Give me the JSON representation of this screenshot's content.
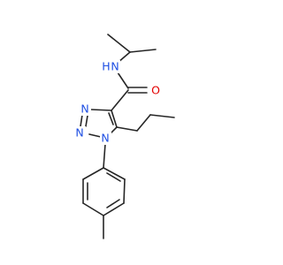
{
  "atoms": {
    "amide_nh": {
      "label": "N",
      "h_label": "H",
      "color": "#1f4fe3"
    },
    "carbonyl_o": {
      "label": "O",
      "color": "#e30000"
    },
    "triazole_n3": {
      "label": "N",
      "color": "#1f4fe3"
    },
    "triazole_n2": {
      "label": "N",
      "color": "#1f4fe3"
    },
    "triazole_n1": {
      "label": "N",
      "color": "#1f4fe3"
    }
  },
  "colors": {
    "bond": "#262626",
    "background": "#ffffff"
  }
}
